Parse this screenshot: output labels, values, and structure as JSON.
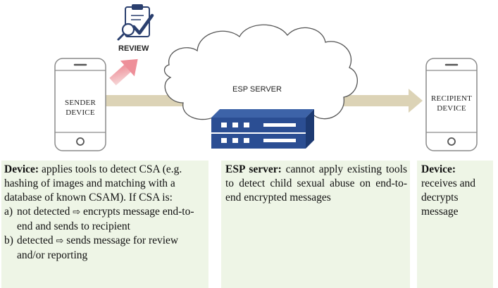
{
  "review": {
    "label": "REVIEW",
    "icon": "clipboard-magnifier-checkmark-icon"
  },
  "sender": {
    "label_line1": "SENDER",
    "label_line2": "DEVICE"
  },
  "server": {
    "label": "ESP SERVER"
  },
  "recipient": {
    "label_line1": "RECIPIENT",
    "label_line2": "DEVICE"
  },
  "colors": {
    "review_arrow": "#f2a0a8",
    "flow_arrow": "#dcd3b6",
    "panel_background": "#eef5e6",
    "server_blue": "#2b4e93",
    "phone_outline": "#8a8a8a"
  },
  "panels": {
    "left": {
      "title": "Device:",
      "intro_rest": " applies tools to detect CSA (e.g. hashing of images and matching with a database of known CSAM). If CSA is:",
      "items": [
        {
          "marker": "a)",
          "before": "not detected ",
          "arrow": "⇨",
          "after": " encrypts message end-to-end and sends to recipient"
        },
        {
          "marker": "b)",
          "before": "detected ",
          "arrow": "⇨",
          "after": " sends message for review and/or reporting"
        }
      ]
    },
    "middle": {
      "title": "ESP server:",
      "body": " cannot apply existing tools to detect child sexual abuse on end-to-end encrypted messages"
    },
    "right": {
      "title": "Device:",
      "body": " receives and decrypts message"
    }
  }
}
